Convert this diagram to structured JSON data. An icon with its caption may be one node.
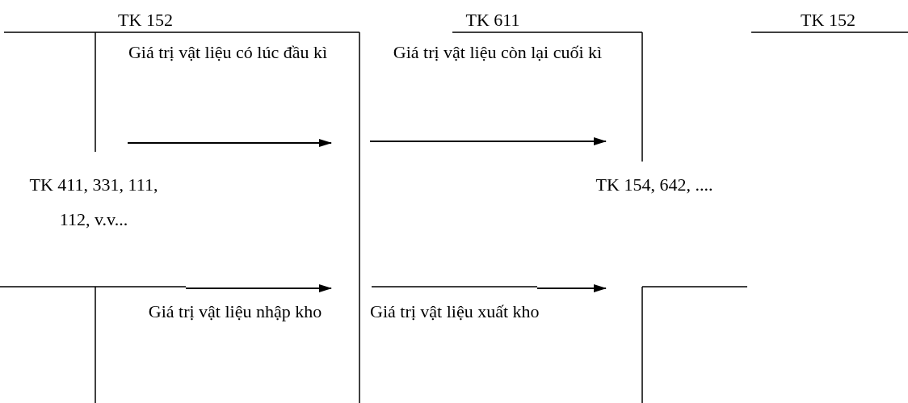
{
  "diagram": {
    "labels": [
      "TK 152",
      "TK 611",
      "TK  152",
      "Giá trị vật liệu có lúc đầu kì",
      "Giá trị vật liệu còn lại cuối kì",
      "TK 411, 331, 111, 112, v.v...",
      "TK 154, 642, ....",
      "Giá trị vật liệu nhập kho",
      "Giá trị vật liệu xuất kho"
    ]
  }
}
